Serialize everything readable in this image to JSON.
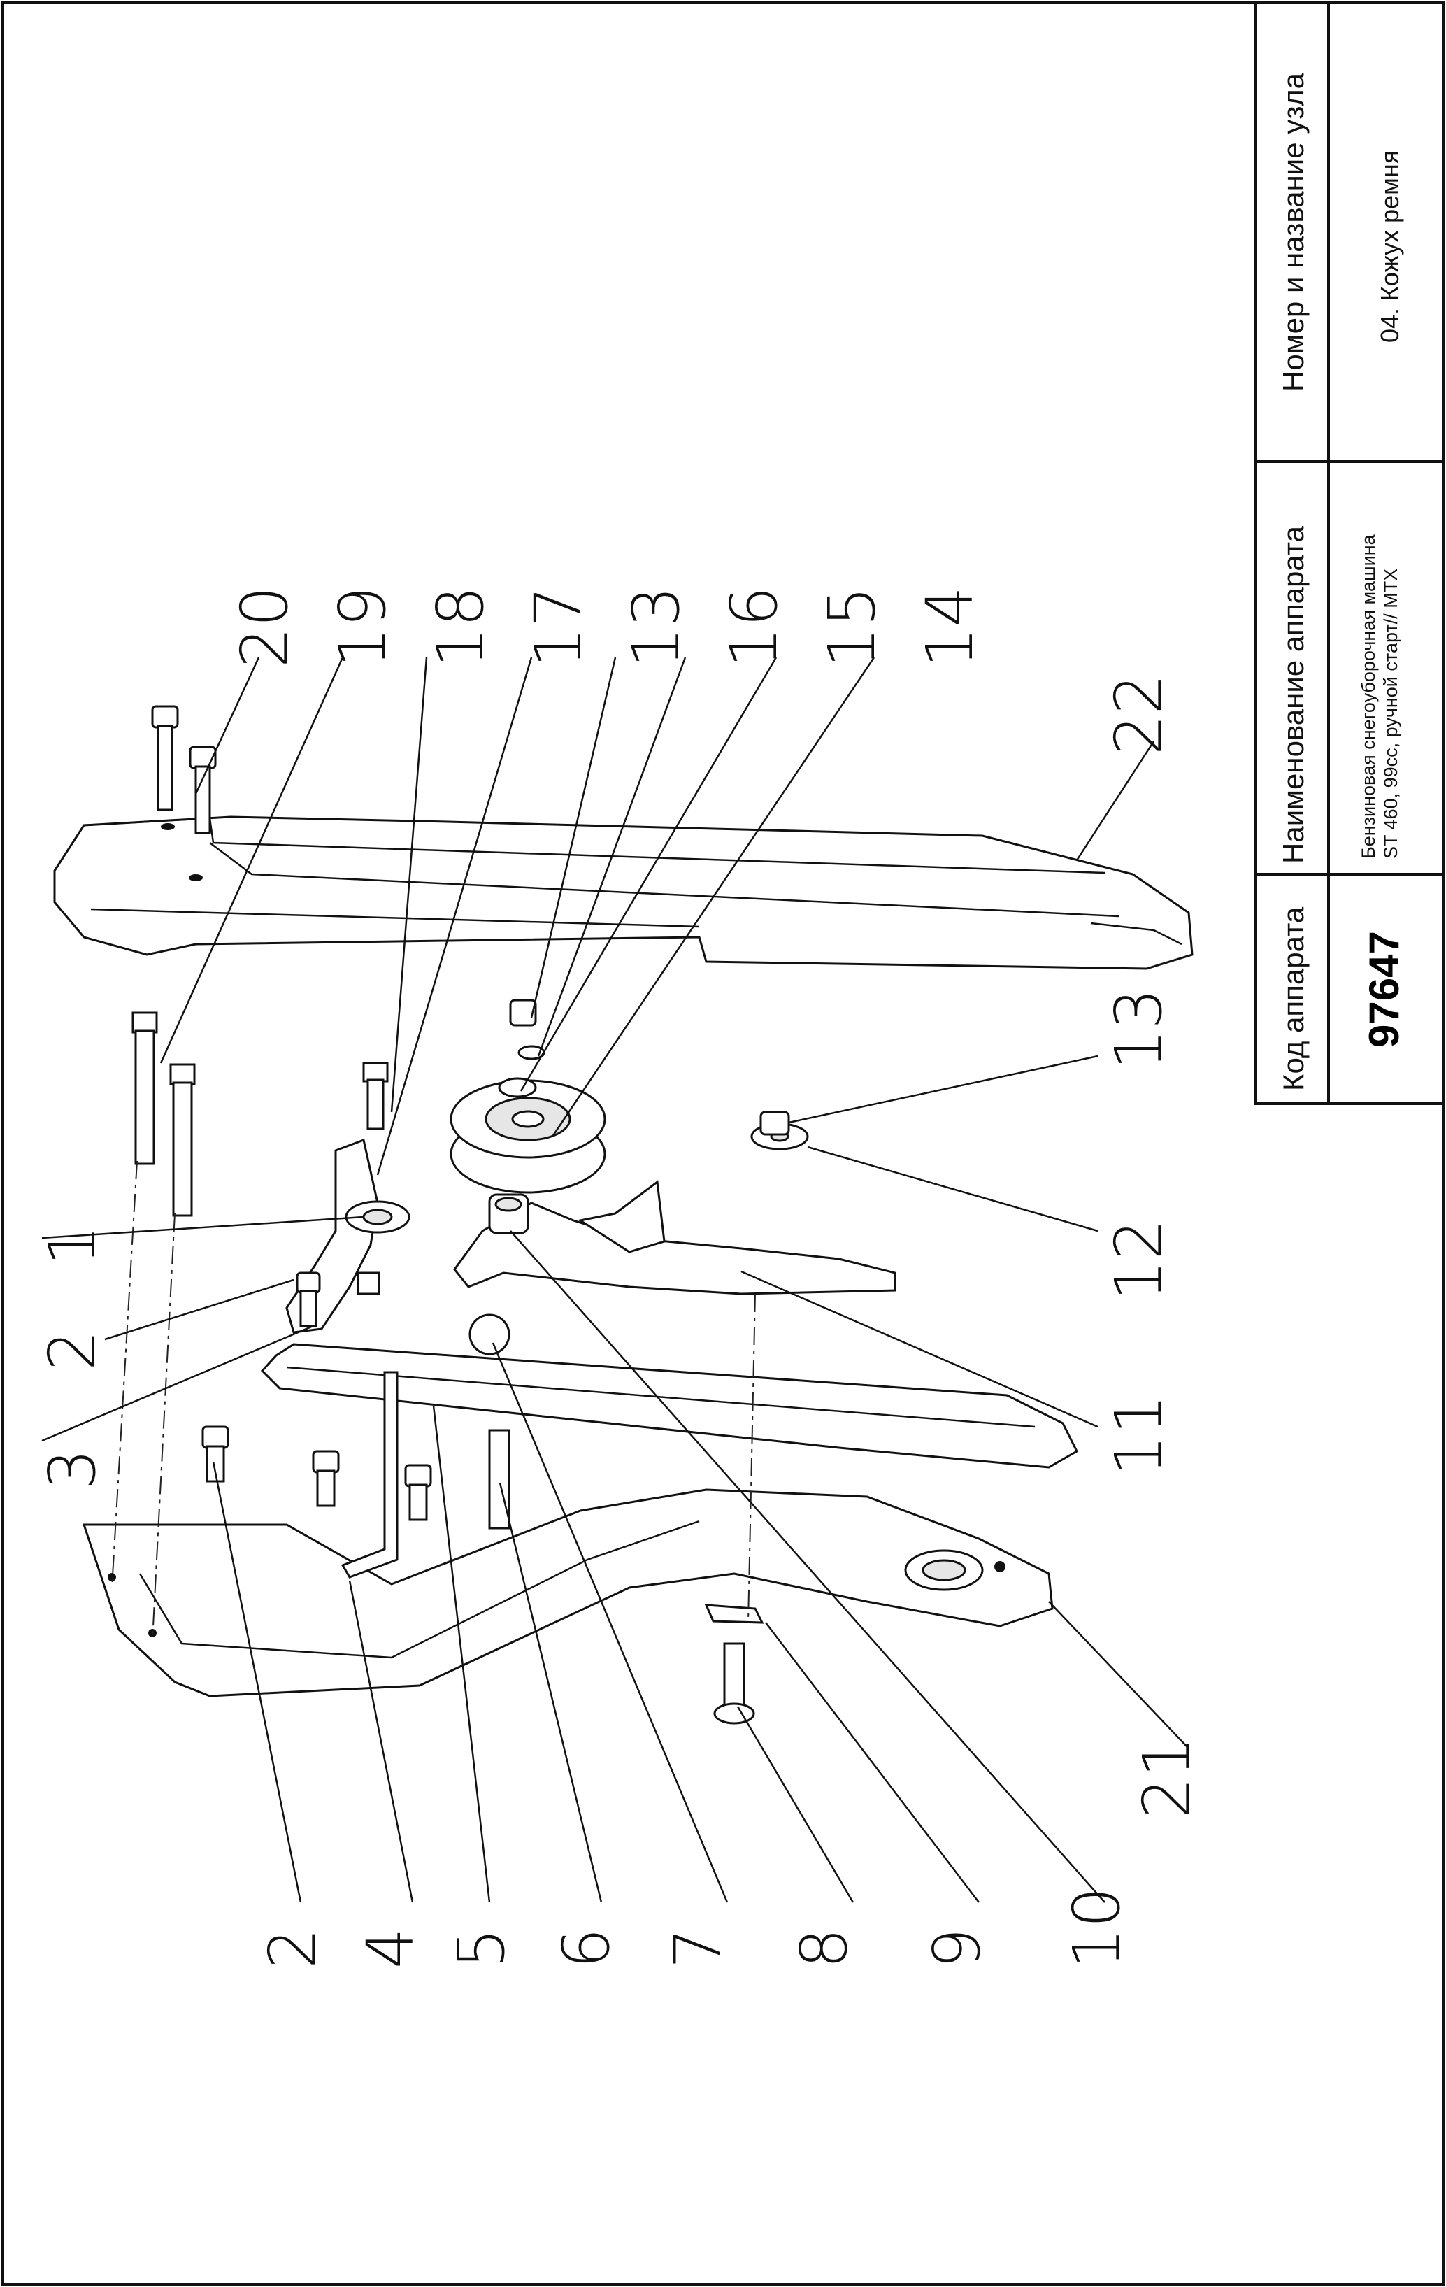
{
  "title_block": {
    "code_header": "Код аппарата",
    "code_value": "97647",
    "name_header": "Наименование аппарата",
    "name_line1": "Бензиновая снегоуборочная машина",
    "name_line2": "ST 460, 99cc, ручной старт// MTX",
    "node_header": "Номер и название узла",
    "node_value": "04. Кожух ремня"
  },
  "parts": {
    "p1": "1",
    "p2a": "2",
    "p2b": "2",
    "p3": "3",
    "p4": "4",
    "p5": "5",
    "p6": "6",
    "p7": "7",
    "p8": "8",
    "p9": "9",
    "p10": "10",
    "p11": "11",
    "p12": "12",
    "p13a": "13",
    "p13b": "13",
    "p14": "14",
    "p15": "15",
    "p16": "16",
    "p17": "17",
    "p18": "18",
    "p19": "19",
    "p20": "20",
    "p21": "21",
    "p22": "22"
  },
  "colors": {
    "line": "#111111",
    "paper": "#ffffff",
    "shade": "#e6e6e6"
  }
}
